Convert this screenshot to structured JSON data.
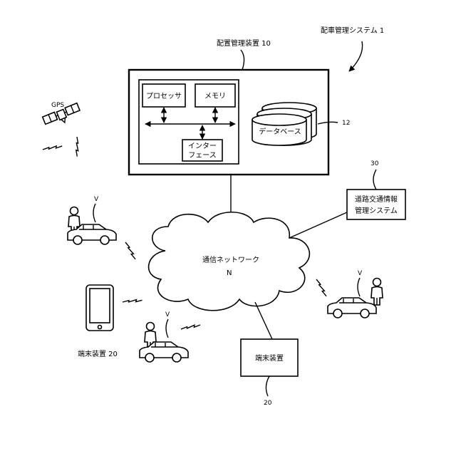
{
  "system_label": "配車管理システム 1",
  "dispatch_device": {
    "label": "配置管理装置 10",
    "processor": "プロセッサ",
    "memory": "メモリ",
    "interface_line1": "インター",
    "interface_line2": "フェース",
    "database": "データベース",
    "database_ref": "12"
  },
  "gps": {
    "label": "GPS"
  },
  "road_traffic": {
    "ref": "30",
    "line1": "道路交通情報",
    "line2": "管理システム"
  },
  "network": {
    "label": "通信ネットワーク",
    "ref": "N"
  },
  "vehicles": [
    {
      "label": "V"
    },
    {
      "label": "V"
    },
    {
      "label": "V"
    }
  ],
  "terminal_left": {
    "label": "端末装置 20"
  },
  "terminal_bottom": {
    "label": "端末装置",
    "ref": "20"
  }
}
